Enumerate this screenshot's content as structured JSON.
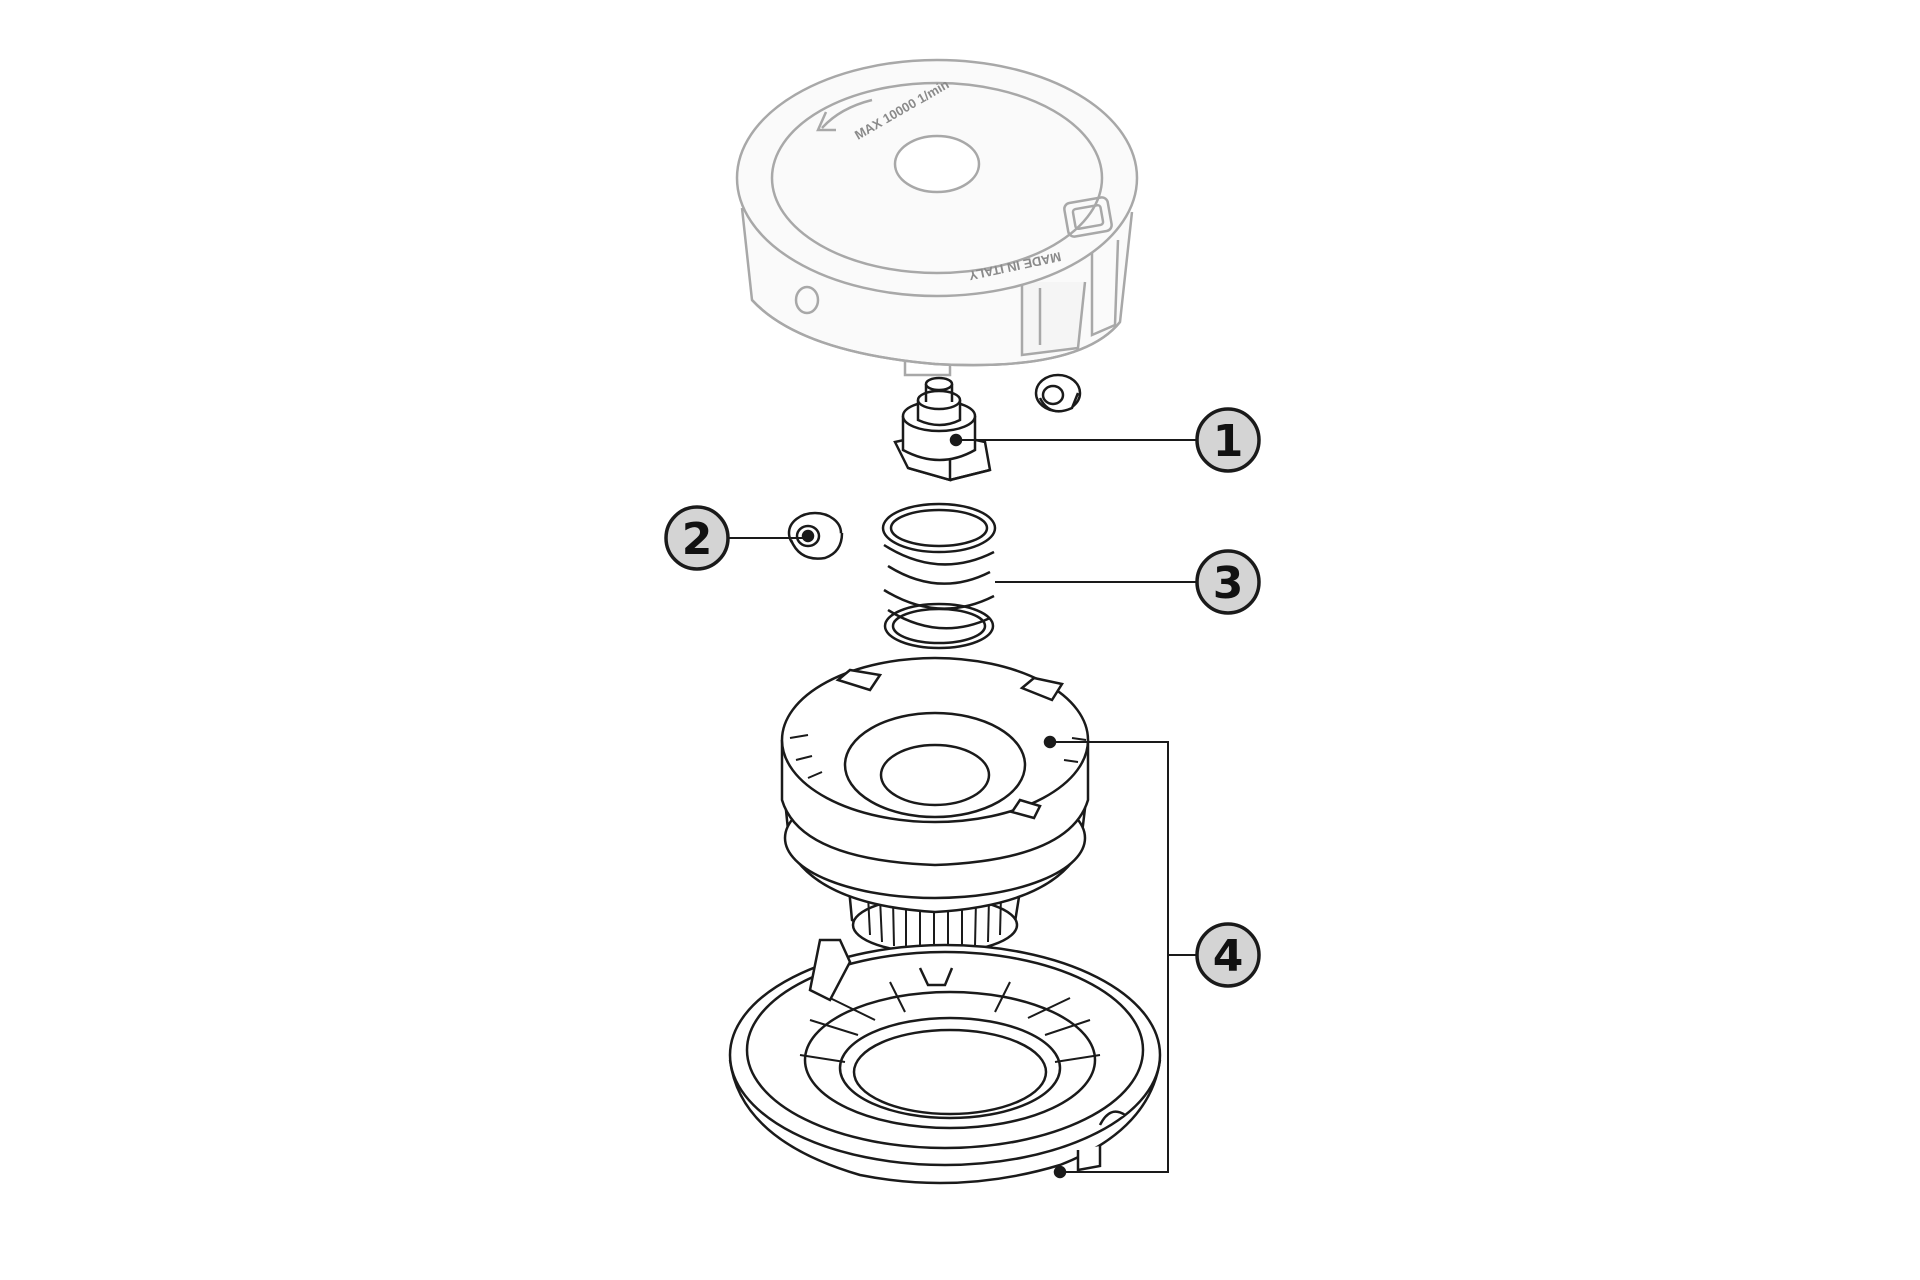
{
  "diagram": {
    "cap": {
      "rpm_text": "MAX 10000 1/min",
      "made_in_text": "MADE IN ITALY"
    },
    "callouts": [
      {
        "id": "1",
        "label": "1"
      },
      {
        "id": "2",
        "label": "2"
      },
      {
        "id": "3",
        "label": "3"
      },
      {
        "id": "4",
        "label": "4"
      }
    ],
    "colors": {
      "line": "#1a1a1a",
      "faded_line": "#9a9a9a",
      "callout_fill": "#d4d4d4"
    }
  }
}
